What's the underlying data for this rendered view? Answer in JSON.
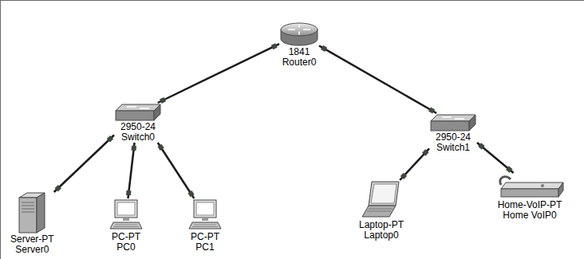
{
  "diagram": {
    "nodes": [
      {
        "text": [
          "1841",
          "Router0"
        ]
      },
      {
        "text": [
          "2950-24",
          "Switch0"
        ]
      },
      {
        "text": [
          "2950-24",
          "Switch1"
        ]
      },
      {
        "text": [
          "Server-PT",
          "Server0"
        ]
      },
      {
        "text": [
          "PC-PT",
          "PC0"
        ]
      },
      {
        "text": [
          "PC-PT",
          "PC1"
        ]
      },
      {
        "text": [
          "Laptop-PT",
          "Laptop0"
        ]
      },
      {
        "text": [
          "Home-VoIP-PT",
          "Home VoIP0"
        ]
      }
    ],
    "edges": [
      {
        "from": 0,
        "to": 1,
        "arrow": "none"
      },
      {
        "from": 0,
        "to": 2,
        "arrow": "none"
      },
      {
        "from": 1,
        "to": 3,
        "arrow": "none"
      },
      {
        "from": 1,
        "to": 4,
        "arrow": "none"
      },
      {
        "from": 1,
        "to": 5,
        "arrow": "none"
      },
      {
        "from": 2,
        "to": 6,
        "arrow": "none"
      },
      {
        "from": 2,
        "to": 7,
        "arrow": "none"
      }
    ]
  }
}
